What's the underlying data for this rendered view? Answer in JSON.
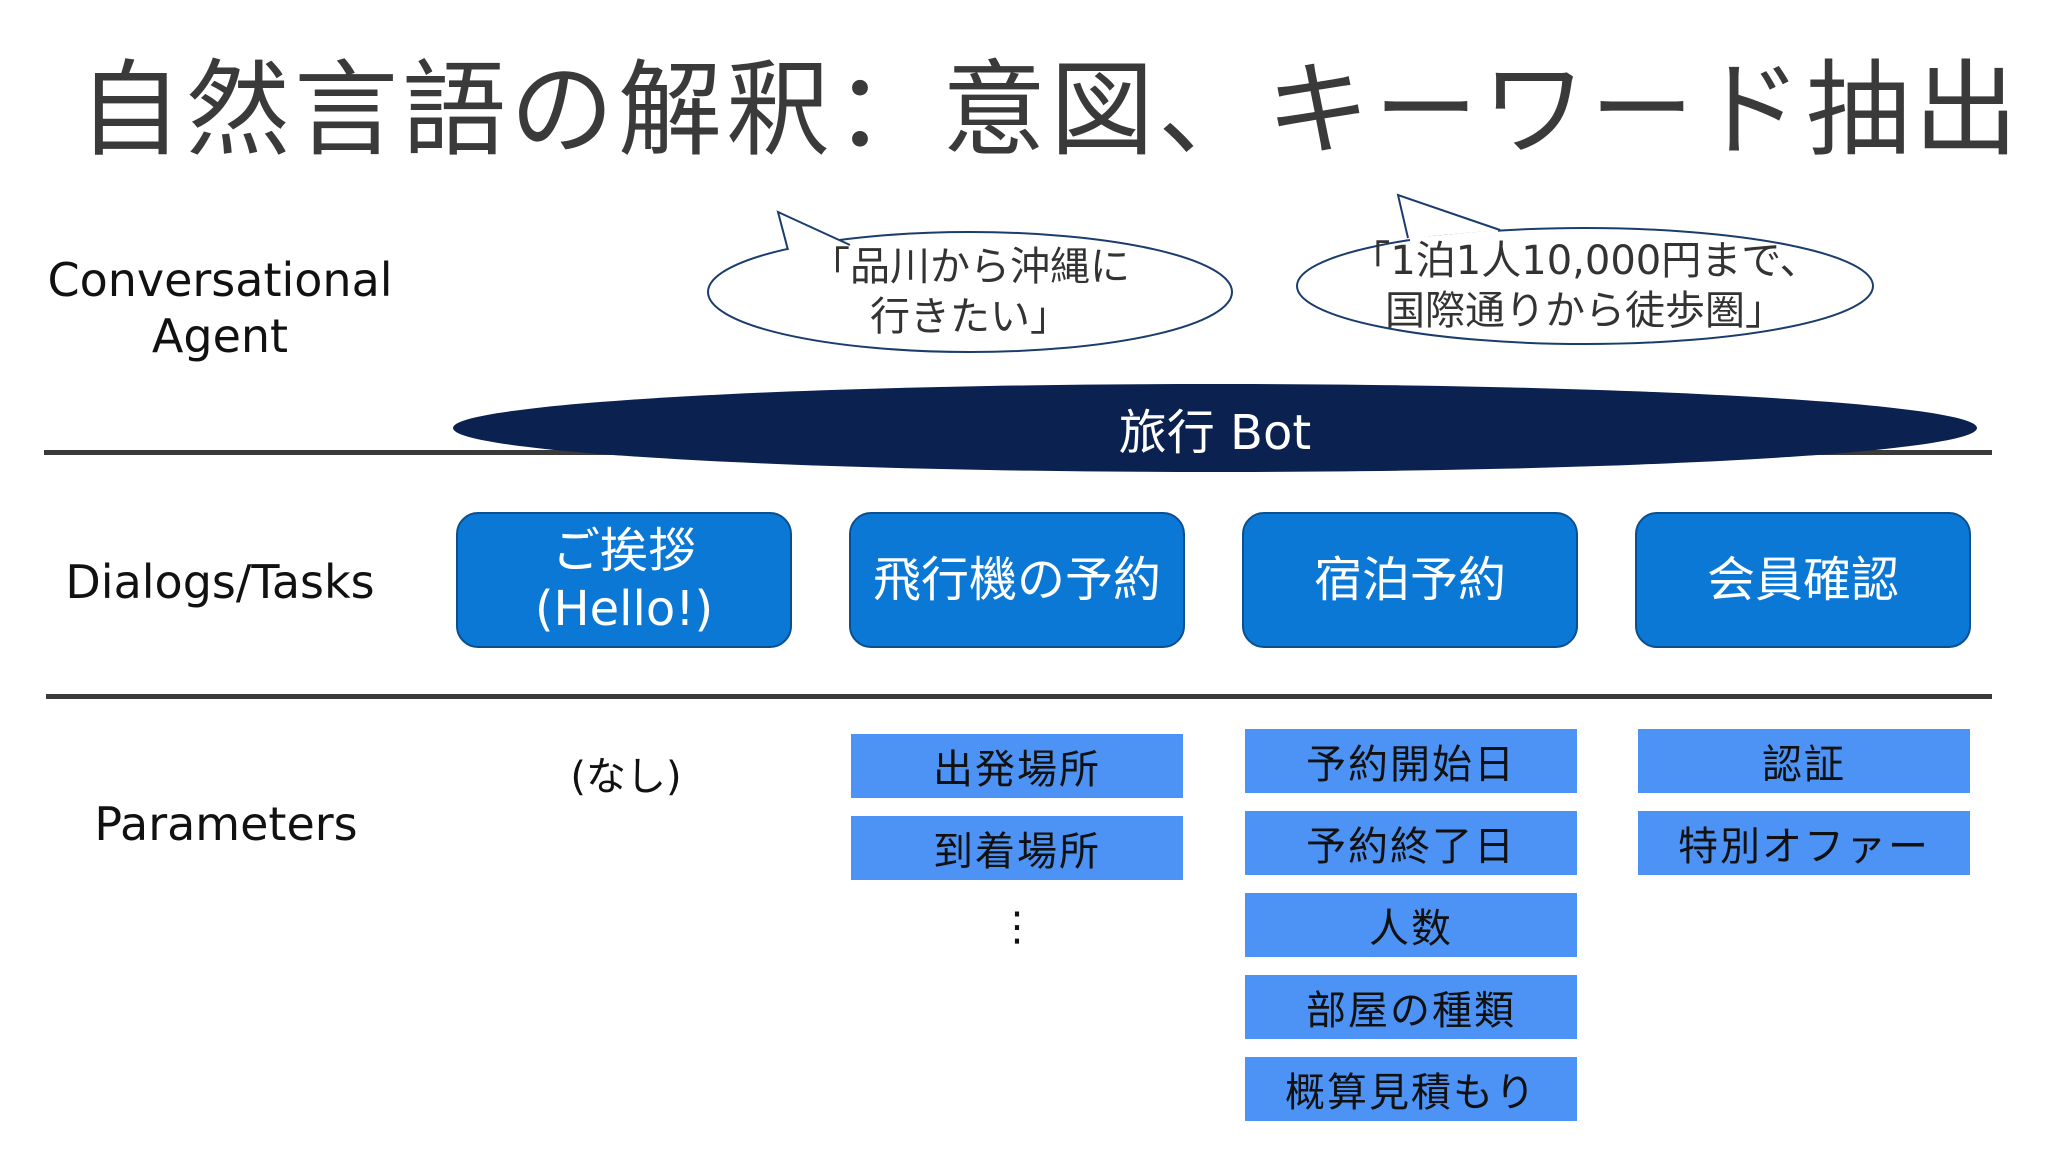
{
  "title": "自然言語の解釈：意図、キーワード抽出",
  "rows": {
    "agent": "Conversational\nAgent",
    "tasks": "Dialogs/Tasks",
    "params": "Parameters"
  },
  "bubbles": [
    {
      "text": "「品川から沖縄に\n行きたい」"
    },
    {
      "text": "「1泊1人10,000円まで、\n国際通りから徒歩圏」"
    }
  ],
  "bot": {
    "label": "旅行 Bot"
  },
  "tasks": [
    {
      "label": "ご挨拶\n(Hello!)"
    },
    {
      "label": "飛行機の予約"
    },
    {
      "label": "宿泊予約"
    },
    {
      "label": "会員確認"
    }
  ],
  "params": {
    "hello_none": "(なし)",
    "flight": [
      "出発場所",
      "到着場所"
    ],
    "flight_more": "⋮",
    "hotel": [
      "予約開始日",
      "予約終了日",
      "人数",
      "部屋の種類",
      "概算見積もり"
    ],
    "member": [
      "認証",
      "特別オファー"
    ]
  },
  "colors": {
    "bot_fill": "#0b2150",
    "task_fill": "#0b78d6",
    "param_fill": "#4d93f5",
    "divider": "#3a3a3a"
  }
}
